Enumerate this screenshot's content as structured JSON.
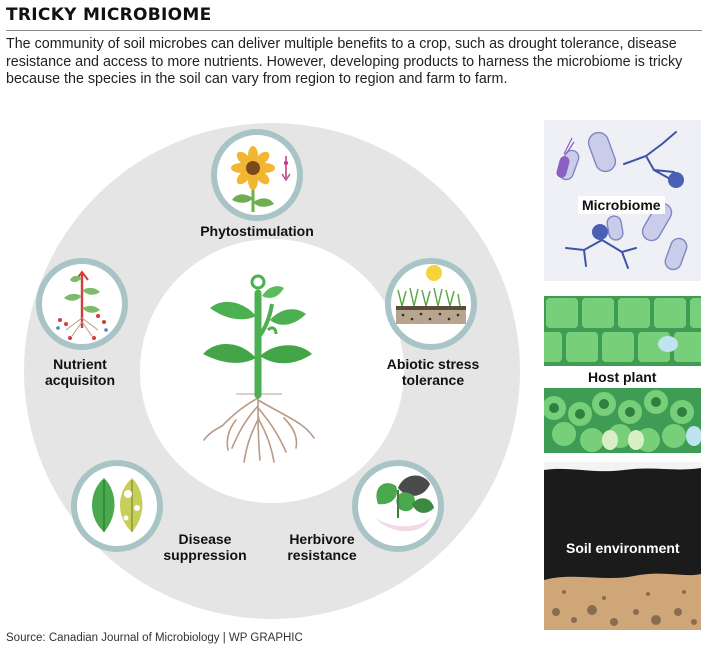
{
  "header": {
    "title": "TRICKY MICROBIOME",
    "intro": "The community of soil microbes can deliver multiple benefits to a crop, such as drought tolerance, disease resistance and access to more nutrients. However, developing products to harness the microbiome is tricky because the species in the soil can vary from region to region and farm to farm."
  },
  "benefits": {
    "phytostimulation": "Phytostimulation",
    "abiotic_line1": "Abiotic stress",
    "abiotic_line2": "tolerance",
    "nutrient_line1": "Nutrient",
    "nutrient_line2": "acquisiton",
    "disease_line1": "Disease",
    "disease_line2": "suppression",
    "herbivore_line1": "Herbivore",
    "herbivore_line2": "resistance"
  },
  "panels": {
    "microbiome": "Microbiome",
    "host_plant": "Host plant",
    "soil_environment": "Soil environment"
  },
  "footer": {
    "source": "Source: Canadian Journal of Microbiology  |  WP GRAPHIC"
  },
  "colors": {
    "ring": "#e5e5e5",
    "badge_border": "#a8c4c6",
    "plant_green": "#4caf50",
    "root": "#b89a86",
    "host_green": "#5bbf6a",
    "soil_dark": "#1b1b1b",
    "soil_sand": "#cfa678"
  }
}
